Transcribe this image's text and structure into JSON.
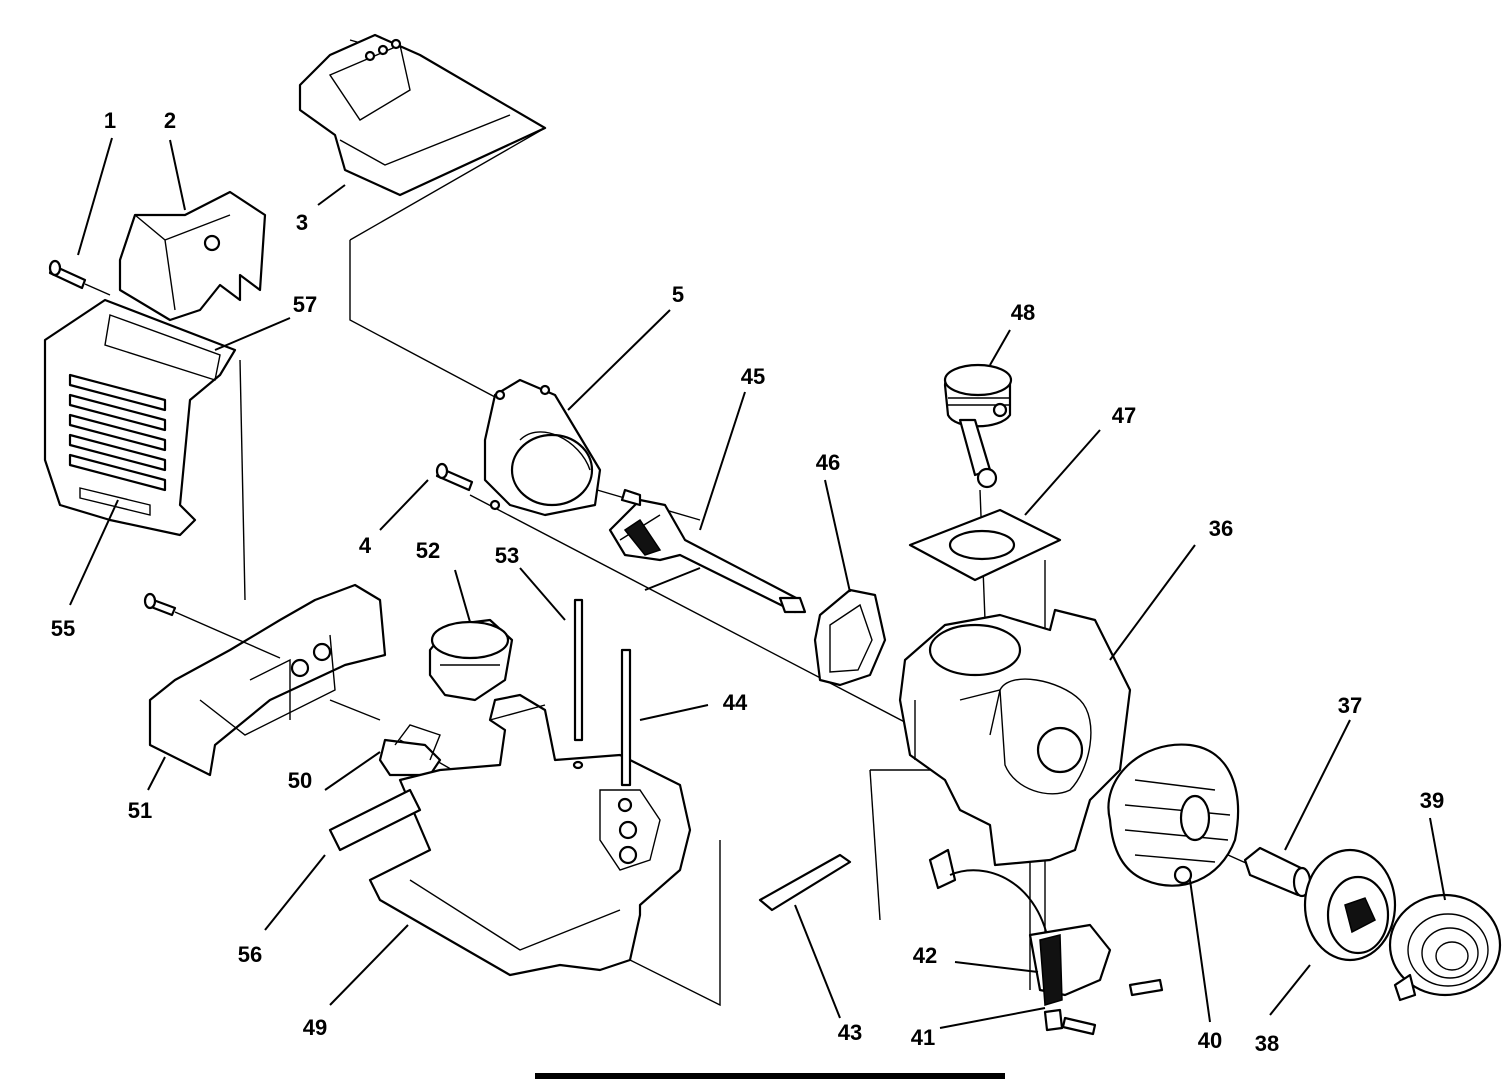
{
  "labels": {
    "l1": "1",
    "l2": "2",
    "l3": "3",
    "l4": "4",
    "l5": "5",
    "l36": "36",
    "l37": "37",
    "l38": "38",
    "l39": "39",
    "l40": "40",
    "l41": "41",
    "l42": "42",
    "l43": "43",
    "l44": "44",
    "l45": "45",
    "l46": "46",
    "l47": "47",
    "l48": "48",
    "l49": "49",
    "l50": "50",
    "l51": "51",
    "l52": "52",
    "l53": "53",
    "l55": "55",
    "l56": "56",
    "l57": "57"
  }
}
